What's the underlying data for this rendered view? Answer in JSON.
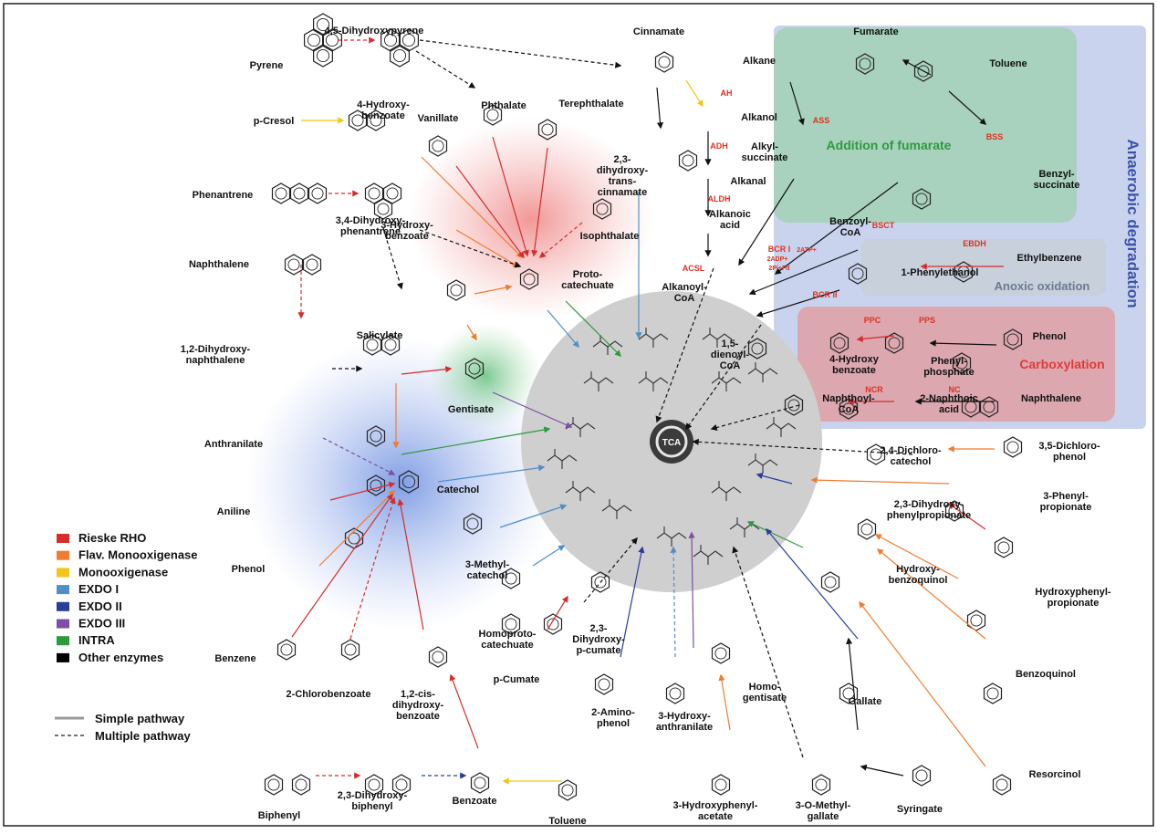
{
  "colors": {
    "rieske": "#d62c2c",
    "flav": "#ee7d32",
    "mono": "#f2c618",
    "exdo1": "#4f8fc8",
    "exdo2": "#2b3d9a",
    "exdo3": "#7c4ea6",
    "intra": "#2e9a3e",
    "other": "#000000",
    "anaerobic_panel": "#c9d3ee",
    "fumarate_panel": "#a8d2bd",
    "anoxic_panel": "#c8d0dc",
    "carboxylation_panel": "#dca7af",
    "hub": "#cfcfcf"
  },
  "hub": {
    "label": "TCA"
  },
  "regions": {
    "anaerobic": "Anaerobic degradation",
    "fumarate": "Addition of fumarate",
    "anoxic": "Anoxic oxidation",
    "carboxylation": "Carboxylation"
  },
  "legend": {
    "items": [
      {
        "label": "Rieske RHO",
        "color": "#d62c2c"
      },
      {
        "label": "Flav. Monooxigenase",
        "color": "#ee7d32"
      },
      {
        "label": "Monooxigenase",
        "color": "#f2c618"
      },
      {
        "label": "EXDO I",
        "color": "#4f8fc8"
      },
      {
        "label": "EXDO II",
        "color": "#2b3d9a"
      },
      {
        "label": "EXDO III",
        "color": "#7c4ea6"
      },
      {
        "label": "INTRA",
        "color": "#2e9a3e"
      },
      {
        "label": "Other enzymes",
        "color": "#000000"
      }
    ],
    "simple": "Simple pathway",
    "multiple": "Multiple pathway"
  },
  "enzymes": {
    "ah": "AH",
    "ass": "ASS",
    "bss": "BSS",
    "adh": "ADH",
    "aldh": "ALDH",
    "acsl": "ACSL",
    "bsct": "BSCT",
    "ebdh": "EBDH",
    "bcr1": "BCR I",
    "bcr1_cof1": "2ATP+",
    "bcr1_cof2": "2ADP+",
    "bcr1_cof3": "2Pi+Fd",
    "bcr2": "BCR II",
    "ppc": "PPC",
    "pps": "PPS",
    "ncr": "NCR",
    "nc": "NC"
  },
  "compounds": {
    "pyrene": "Pyrene",
    "dihydroxypyrene": "4,5-Dihydroxypyrene",
    "cinnamate": "Cinnamate",
    "alkane": "Alkane",
    "fumarate": "Fumarate",
    "toluene_top": "Toluene",
    "pcresol": "p-Cresol",
    "hydroxybenzoate4": [
      "4-Hydroxy-",
      "benzoate"
    ],
    "phthalate": "Phthalate",
    "terephthalate": "Terephthalate",
    "vanillate": "Vanillate",
    "dihydroxycinnamate": [
      "2,3-",
      "dihydroxy-",
      "trans-",
      "cinnamate"
    ],
    "alkanol": "Alkanol",
    "alkylsuccinate": [
      "Alkyl-",
      "succinate"
    ],
    "benzylsuccinate": [
      "Benzyl-",
      "succinate"
    ],
    "phenantrene": "Phenantrene",
    "dihydroxyphenantrene": [
      "3,4-Dihydroxy-",
      "phenantrene"
    ],
    "isophthalate": "Isophthalate",
    "alkanal": "Alkanal",
    "alkanoicacid": [
      "Alkanoic",
      "acid"
    ],
    "benzoylcoa": [
      "Benzoyl-",
      "CoA"
    ],
    "naphthalene_top": "Naphthalene",
    "hydroxybenzoate3": [
      "3-Hydroxy-",
      "benzoate"
    ],
    "protocatechuate": [
      "Proto-",
      "catechuate"
    ],
    "alkanoylcoa": [
      "Alkanoyl-",
      "CoA"
    ],
    "phenylethanol": "1-Phenylethanol",
    "ethylbenzene": "Ethylbenzene",
    "dihydroxynaphthalene": [
      "1,2-Dihydroxy-",
      "naphthalene"
    ],
    "salicylate": "Salicylate",
    "gentisate": "Gentisate",
    "dienoylcoa": [
      "1,5-",
      "dienoyl-",
      "CoA"
    ],
    "hydroxybenzoate4b": [
      "4-Hydroxy",
      "benzoate"
    ],
    "phenylphosphate": [
      "Phenyl-",
      "phosphate"
    ],
    "phenol_right": "Phenol",
    "naphthoylcoa": [
      "Naphthoyl-",
      "CoA"
    ],
    "naphthoicacid": [
      "2-Naphthoic",
      "acid"
    ],
    "naphthalene_right": "Naphthalene",
    "anthranilate": "Anthranilate",
    "catechol": "Catechol",
    "aniline": "Aniline",
    "dichlorocatechol": [
      "2,4-Dichloro-",
      "catechol"
    ],
    "dichlorophenol": [
      "3,5-Dichloro-",
      "phenol"
    ],
    "dihydroxyphenylpropionate": [
      "2,3-Dihydroxy-",
      "phenylpropionate"
    ],
    "phenylpropionate": [
      "3-Phenyl-",
      "propionate"
    ],
    "phenol_left": "Phenol",
    "methylcatechol": [
      "3-Methyl-",
      "catechol"
    ],
    "hydroxybenzoquinol": [
      "Hydroxy-",
      "benzoquinol"
    ],
    "hydroxyphenylpropionate": [
      "Hydroxyphenyl-",
      "propionate"
    ],
    "homoprotocatechuate": [
      "Homoproto-",
      "catechuate"
    ],
    "dihydroxypcumate": [
      "2,3-",
      "Dihydroxy-",
      "p-cumate"
    ],
    "benzene": "Benzene",
    "chlorobenzoate": "2-Chlorobenzoate",
    "cisdihydroxybenzoate": [
      "1,2-cis-",
      "dihydroxy-",
      "benzoate"
    ],
    "pcumate": "p-Cumate",
    "aminophenol": [
      "2-Amino-",
      "phenol"
    ],
    "hydroxyanthranilate": [
      "3-Hydroxy-",
      "anthranilate"
    ],
    "homogentisate": [
      "Homo-",
      "gentisate"
    ],
    "gallate": "Gallate",
    "benzoquinol": "Benzoquinol",
    "biphenyl": "Biphenyl",
    "dihydroxybiphenyl": [
      "2,3-Dihydroxy-",
      "biphenyl"
    ],
    "benzoate": "Benzoate",
    "toluene_bottom": "Toluene",
    "resorcinol": "Resorcinol",
    "hydroxyphenylacetate": [
      "3-Hydroxyphenyl-",
      "acetate"
    ],
    "omethylgallate": [
      "3-O-Methyl-",
      "gallate"
    ],
    "syringate": "Syringate"
  }
}
